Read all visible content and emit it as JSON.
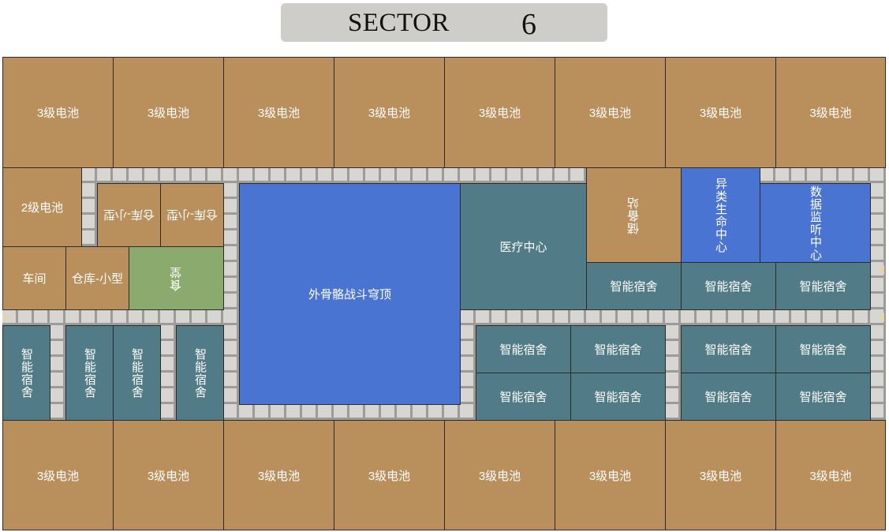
{
  "header": {
    "sector_label": "SECTOR",
    "sector_number": "6"
  },
  "rooms": {
    "battery_lv3": "3级电池",
    "battery_lv2": "2级电池",
    "warehouse_small": "仓库-小型",
    "workshop": "车间",
    "canteen": "食堂",
    "exo_dome": "外骨骼战斗穹顶",
    "medical": "医疗中心",
    "reserve": "储备站",
    "alien_life": "异类生命中心",
    "data_monitor": "数据监听中心",
    "smart_dorm": "智能宿舍"
  },
  "colors": {
    "battery": "#b98f5c",
    "dorm": "#517c87",
    "special": "#4a74d1",
    "canteen": "#8aab6d",
    "corridor": "#d8d6d2"
  }
}
